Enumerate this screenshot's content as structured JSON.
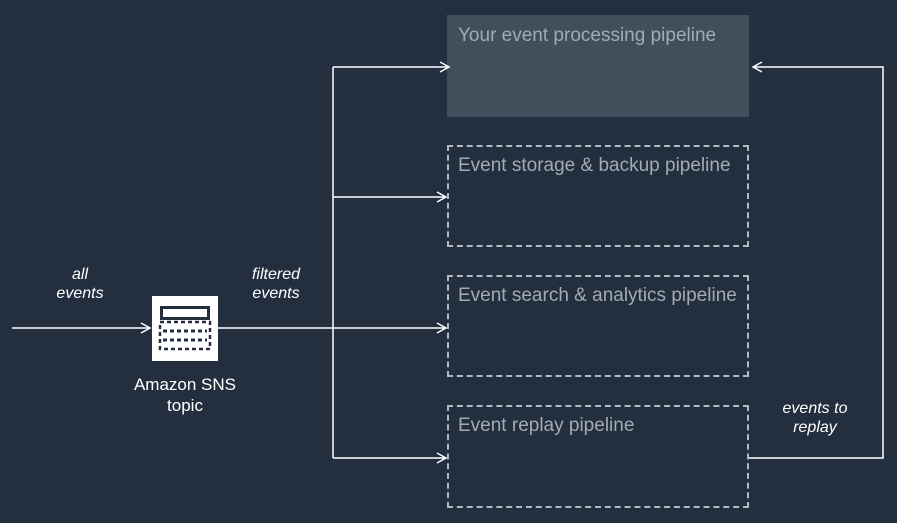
{
  "colors": {
    "background": "#232f3e",
    "line": "#ffffff",
    "box_fill": "#414e5c",
    "box_text": "#a2abb2",
    "dash_border": "#b2bac1",
    "label_text": "#ffffff",
    "icon_bg": "#ffffff",
    "icon_glyph": "#232f3e"
  },
  "diagram": {
    "input_label": "all events",
    "filter_label": "filtered events",
    "replay_label": "events to replay",
    "sns_topic": {
      "label": "Amazon SNS topic",
      "icon": "sns-topic-icon"
    },
    "pipelines": [
      {
        "label": "Your event processing pipeline",
        "style": "solid"
      },
      {
        "label": "Event storage & backup pipeline",
        "style": "dashed"
      },
      {
        "label": "Event search & analytics pipeline",
        "style": "dashed"
      },
      {
        "label": "Event replay pipeline",
        "style": "dashed"
      }
    ]
  }
}
